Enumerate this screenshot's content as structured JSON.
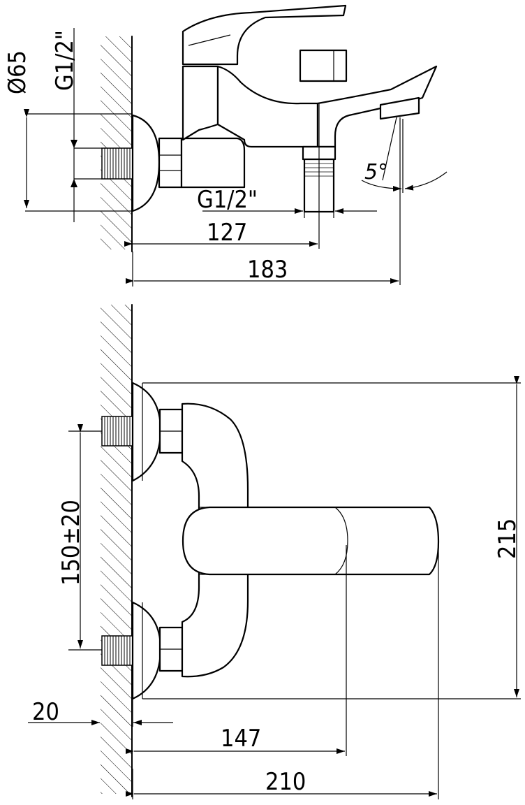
{
  "top_view": {
    "diameter_label": "Ø65",
    "thread_label_vertical": "G1/2\"",
    "thread_label_outlet": "G1/2\"",
    "angle_label": "5°",
    "dim_outlet": "127",
    "dim_total": "183"
  },
  "front_view": {
    "dim_spacing": "150±20",
    "dim_height": "215",
    "dim_wall": "20",
    "dim_handle": "147",
    "dim_total_width": "210"
  }
}
